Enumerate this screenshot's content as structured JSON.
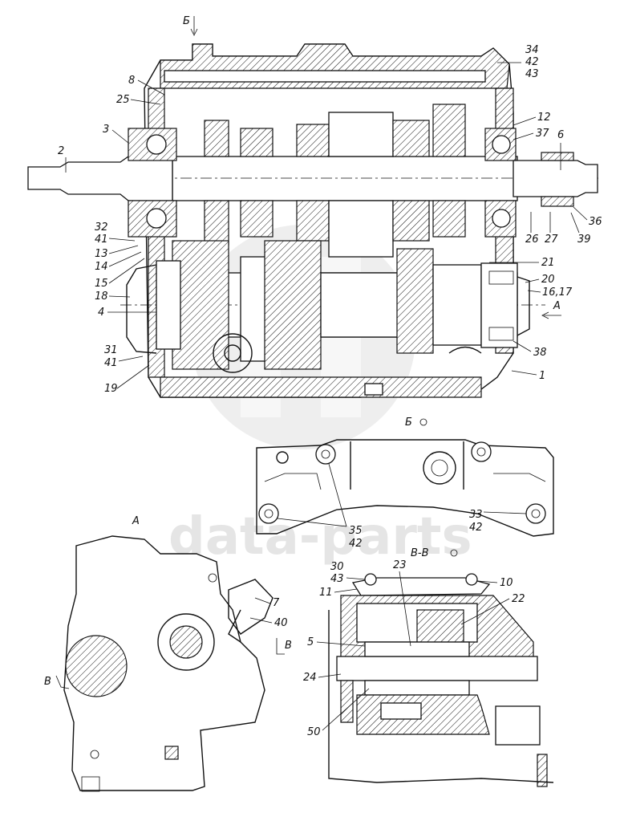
{
  "watermark": {
    "logo_letters": "dp",
    "text": "data-parts"
  },
  "views": {
    "main": {
      "title": ""
    },
    "section_b": {
      "title": "Б"
    },
    "view_a": {
      "title": "А"
    },
    "section_v": {
      "title": "В-В"
    }
  },
  "markers": {
    "b_arrow_top": "Б",
    "a_arrow_right": "А",
    "v_left": "В",
    "v_right": "В"
  },
  "callouts": {
    "c34_42_43": [
      "34",
      "42",
      "43"
    ],
    "c8": "8",
    "c25": "25",
    "c3": "3",
    "c2": "2",
    "c12": "12",
    "c37": "37",
    "c6": "6",
    "c32_41": [
      "32",
      "41"
    ],
    "c13": "13",
    "c14": "14",
    "c15": "15",
    "c18": "18",
    "c4": "4",
    "c31_41": [
      "31",
      "41"
    ],
    "c19": "19",
    "c36": "36",
    "c26": "26",
    "c27": "27",
    "c39": "39",
    "c21": "21",
    "c20": "20",
    "c16_17": "16,17",
    "c38": "38",
    "c1": "1",
    "c35_42": [
      "35",
      "42"
    ],
    "c33_42": [
      "33",
      "42"
    ],
    "c7": "7",
    "c40": "40",
    "c30_43": [
      "30",
      "43"
    ],
    "c23": "23",
    "c10": "10",
    "c11": "11",
    "c22": "22",
    "c5": "5",
    "c24": "24",
    "c50": "50"
  }
}
